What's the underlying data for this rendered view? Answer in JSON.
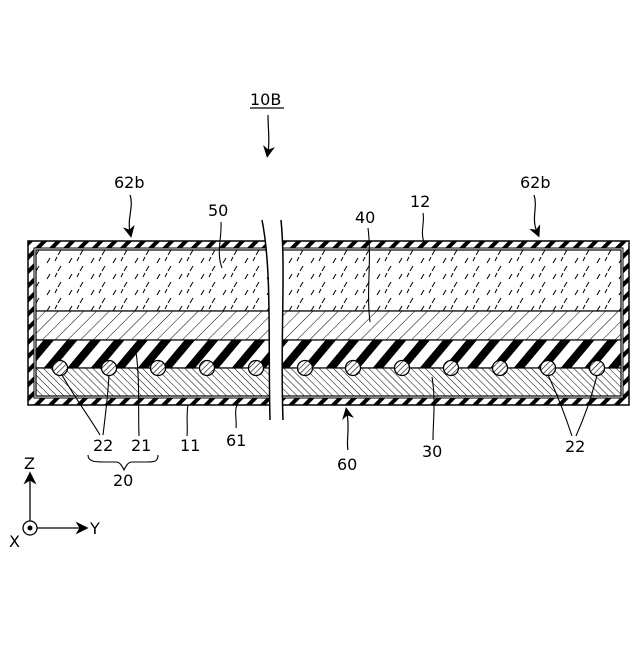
{
  "figure": {
    "main_label": "10B",
    "labels": {
      "left_top_62b": "62b",
      "right_top_62b": "62b",
      "l50": "50",
      "l40": "40",
      "l12": "12",
      "l22_left": "22",
      "l21": "21",
      "l11": "11",
      "l61": "61",
      "l60": "60",
      "l30": "30",
      "l22_right": "22",
      "l20": "20"
    },
    "axes": {
      "z": "Z",
      "y": "Y",
      "x": "X"
    }
  }
}
